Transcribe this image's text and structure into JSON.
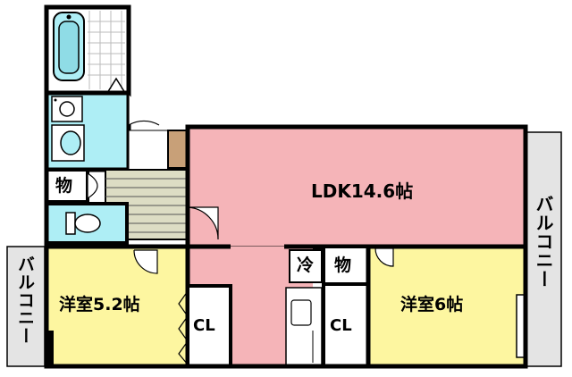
{
  "colors": {
    "ldk": "#f5b4b8",
    "western_room": "#fdf6a0",
    "wet_area": "#aeeef5",
    "balcony": "#e4e4e4",
    "walls": "#000000",
    "stairs_fill": "#ddddc4",
    "storage_brown": "#c8a078"
  },
  "rooms": {
    "ldk": "LDK14.6帖",
    "room_left": "洋室5.2帖",
    "room_right": "洋室6帖",
    "closet_left": "CL",
    "closet_right": "CL",
    "storage_left": "物",
    "storage_right": "物",
    "fridge": "冷"
  },
  "balconies": {
    "left": "バルコニー",
    "right": "バルコニー"
  },
  "fixtures": [
    "bathtub-icon",
    "washbasin-icon",
    "washing-machine-icon",
    "toilet-icon",
    "kitchen-sink-icon"
  ]
}
